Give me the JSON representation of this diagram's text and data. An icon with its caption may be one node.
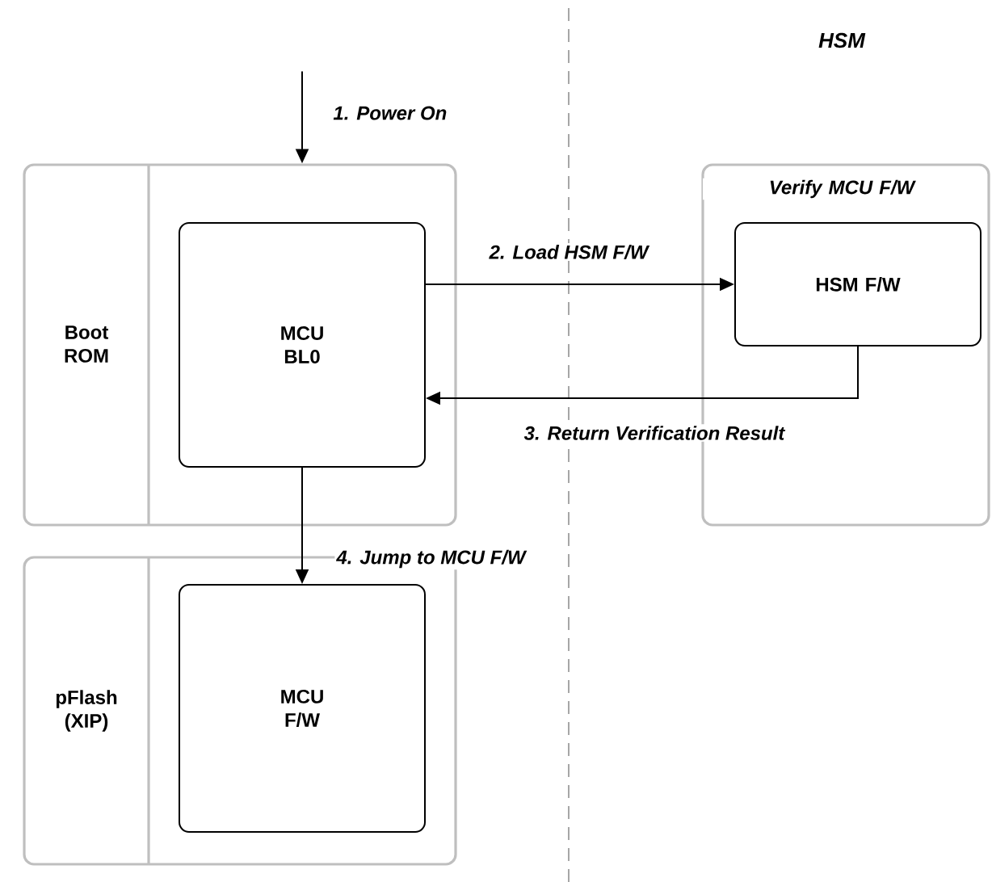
{
  "diagram": {
    "nodes": [
      {
        "text": [
          "Boot ROM"
        ]
      },
      {
        "text": [
          "MCU BL0"
        ],
        "in": 0
      },
      {
        "text": [
          "Verify MCU F/W"
        ]
      },
      {
        "text": [
          "HSM F/W"
        ],
        "in": 2
      },
      {
        "text": [
          "pFlash (XIP)"
        ]
      },
      {
        "text": [
          "MCU F/W"
        ],
        "in": 4
      }
    ],
    "edges": [
      {
        "from": null,
        "to": 0,
        "arrow": "to",
        "label": "1. Power On"
      },
      {
        "from": 1,
        "to": 3,
        "arrow": "to",
        "label": "2. Load HSM F/W"
      },
      {
        "from": 3,
        "to": 1,
        "arrow": "to",
        "label": "3. Return Verification Result"
      },
      {
        "from": 1,
        "to": 5,
        "arrow": "to",
        "label": "4. Jump to MCU F/W"
      }
    ],
    "labels": [
      "HSM"
    ]
  }
}
